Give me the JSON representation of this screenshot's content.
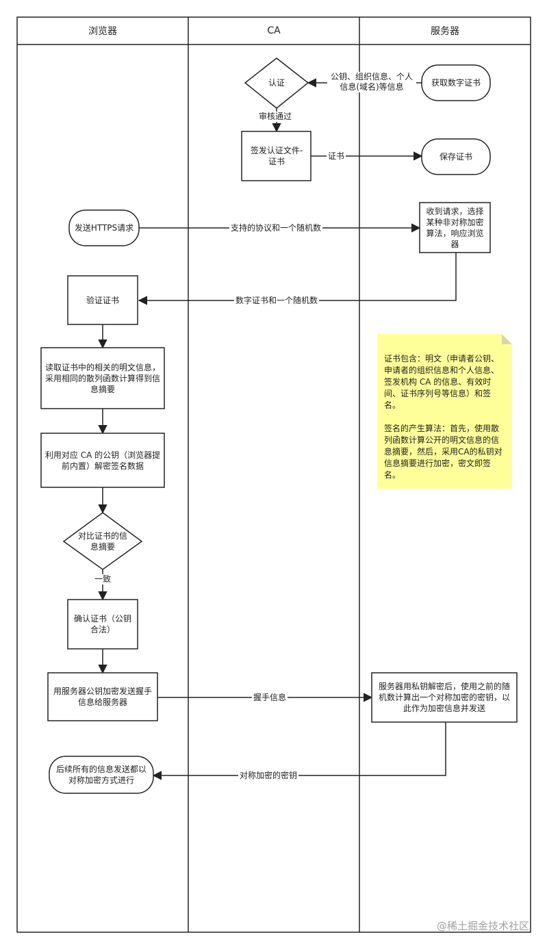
{
  "lanes": [
    "浏览器",
    "CA",
    "服务器"
  ],
  "nodes": {
    "auth": "认证",
    "get_cert": "获取数字证书",
    "sign_cert": "签发认证文件-证书",
    "save_cert": "保存证书",
    "send_https": "发送HTTPS请求",
    "receive_request": "收到请求，选择某种非对称加密算法，响应浏览器",
    "verify_cert": "验证证书",
    "read_cert": "读取证书中的相关的明文信息，采用相同的散列函数计算得到信息摘要",
    "decrypt_sign": "利用对应 CA 的公钥（浏览器提前内置）解密签名数据",
    "compare_digest": "对比证书的信息摘要",
    "confirm_cert": "确认证书（公钥合法）",
    "encrypt_send": "用服务器公钥加密发送握手信息给服务器",
    "server_decrypt": "服务器用私钥解密后，使用之前的随机数计算出一个对称加密的密钥，以此作为加密信息并发送",
    "symmetric_after": "后续所有的信息发送都以对称加密方式进行"
  },
  "edges": {
    "info_to_ca": "公钥、组织信息、个人信息(域名)等信息",
    "approved": "审核通过",
    "cert": "证书",
    "protocols_random": "支持的协议和一个随机数",
    "cert_and_random": "数字证书和一个随机数",
    "consistent": "一致",
    "handshake": "握手信息",
    "symmetric_key": "对称加密的密钥"
  },
  "note": {
    "paragraph1": "证书包含：明文（申请者公钥、申请者的组织信息和个人信息、签发机构 CA 的信息、有效时间、证书序列号等信息）和签名。",
    "paragraph2": "签名的产生算法：首先，使用散列函数计算公开的明文信息的信息摘要，然后，采用CA的私钥对信息摘要进行加密，密文即签名。"
  },
  "watermark": "@稀土掘金技术社区",
  "colors": {
    "line": "#222222",
    "note_fill": "#ffff99",
    "note_fold": "#d8d8a0"
  }
}
